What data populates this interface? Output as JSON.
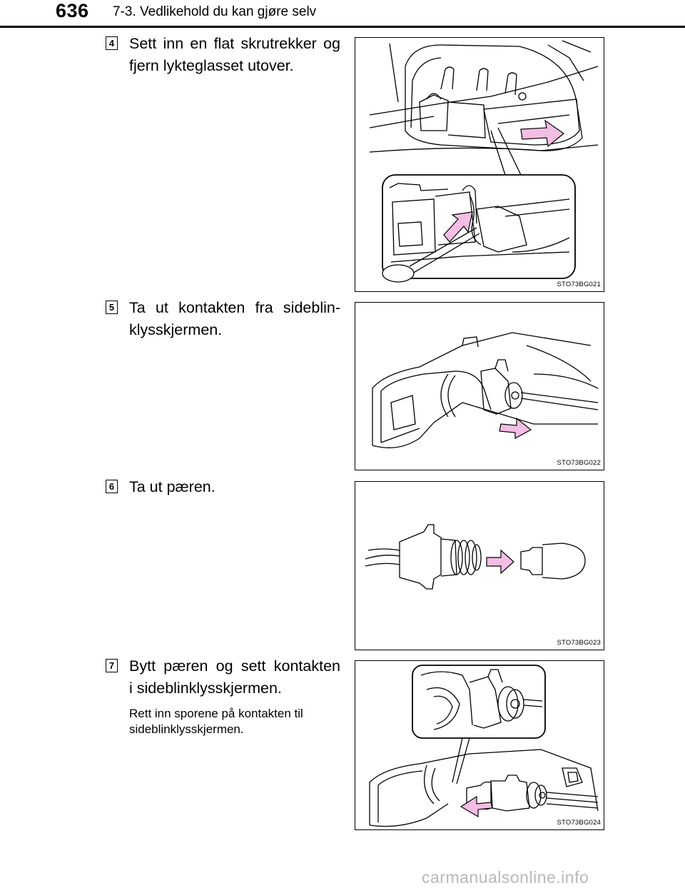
{
  "header": {
    "page_number": "636",
    "section_title": "7-3. Vedlikehold du kan gjøre selv"
  },
  "steps": [
    {
      "number": "4",
      "text_line1": "Sett inn en flat skrutrekker og",
      "text_line2": "fjern lykteglasset utover.",
      "figure_code": "STO73BG021"
    },
    {
      "number": "5",
      "text_line1": "Ta ut kontakten fra sideblin-",
      "text_line2": "klysskjermen.",
      "figure_code": "STO73BG022"
    },
    {
      "number": "6",
      "text_line1": "Ta ut pæren.",
      "figure_code": "STO73BG023"
    },
    {
      "number": "7",
      "text_line1": "Bytt pæren og sett kontakten",
      "text_line2": "i sideblinklysskjermen.",
      "note": "Rett inn sporene på kontakten til sideblinklysskjermen.",
      "figure_code": "STO73BG024"
    }
  ],
  "colors": {
    "arrow_fill": "#f4bde3",
    "line": "#000000",
    "watermark": "#b8b8b8"
  },
  "watermark": "carmanualsonline.info"
}
